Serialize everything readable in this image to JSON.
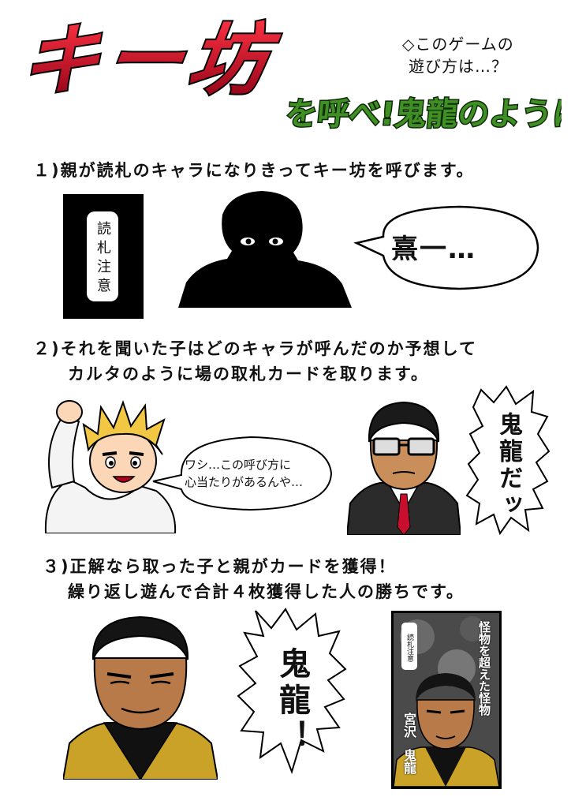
{
  "title": {
    "main": "キー坊",
    "sub": "を呼べ!鬼龍のように",
    "howto_line1": "◇このゲームの",
    "howto_line2": "遊び方は…？"
  },
  "step1": {
    "text": "１)親が読札のキャラになりきってキー坊を呼びます。",
    "card_label": "読札注意",
    "bubble": "熹一…"
  },
  "step2": {
    "line1": "２)それを聞いた子はどのキャラが呼んだのか予想して",
    "line2": "カルタのように場の取札カードを取ります。",
    "bubble_line1": "ワシ…この呼び方に",
    "bubble_line2": "心当たりがあるんや…",
    "shout": "鬼龍だッ"
  },
  "step3": {
    "line1": "３)正解なら取った子と親がカードを獲得！",
    "line2": "繰り返し遊んで合計４枚獲得した人の勝ちです。",
    "shout": "鬼龍！",
    "card_label": "読札注意",
    "card_caption": "怪物を超えた怪物",
    "card_name_line1": "宮沢",
    "card_name_line2": "鬼龍"
  },
  "colors": {
    "title_red": "#c8102e",
    "title_green": "#3f8f24",
    "jacket": "#c9a227"
  }
}
